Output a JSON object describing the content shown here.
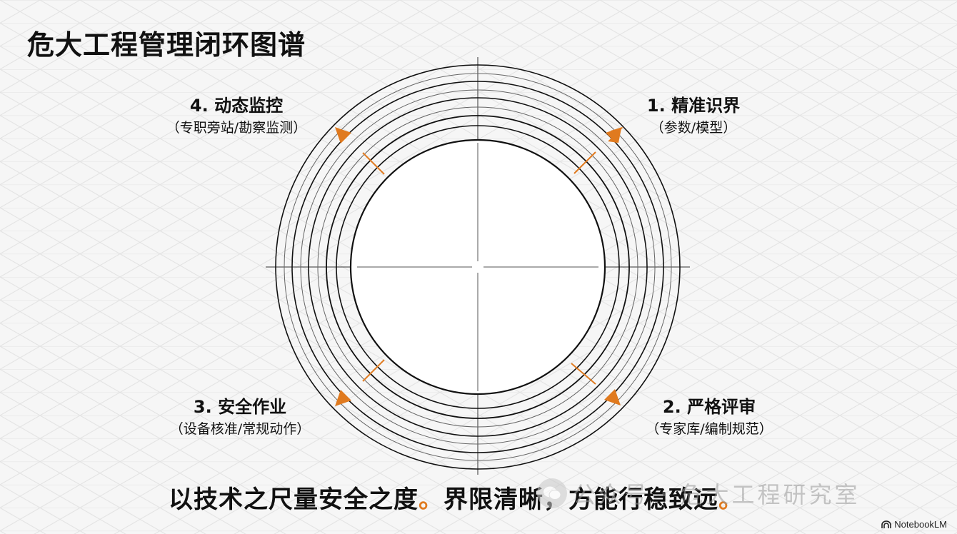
{
  "title": "危大工程管理闭环图谱",
  "steps": [
    {
      "head": "1. 精准识界",
      "sub": "（参数/模型）"
    },
    {
      "head": "2. 严格评审",
      "sub": "（专家库/编制规范）"
    },
    {
      "head": "3. 安全作业",
      "sub": "（设备核准/常规动作）"
    },
    {
      "head": "4. 动态监控",
      "sub": "（专职旁站/勘察监测）"
    }
  ],
  "slogan": {
    "part1": "以技术之尺量安全之度",
    "dot1": "。",
    "part2": "界限清晰，方能行稳致远",
    "dot2": "。"
  },
  "watermark": {
    "text": "公众号 · 危大工程研究室",
    "icon": "wechat-icon"
  },
  "brand": {
    "text": "NotebookLM",
    "icon": "notebooklm-logo-icon"
  },
  "colors": {
    "accent": "#e07a1f",
    "ring": "#111111",
    "grid": "#dcdcdc"
  }
}
